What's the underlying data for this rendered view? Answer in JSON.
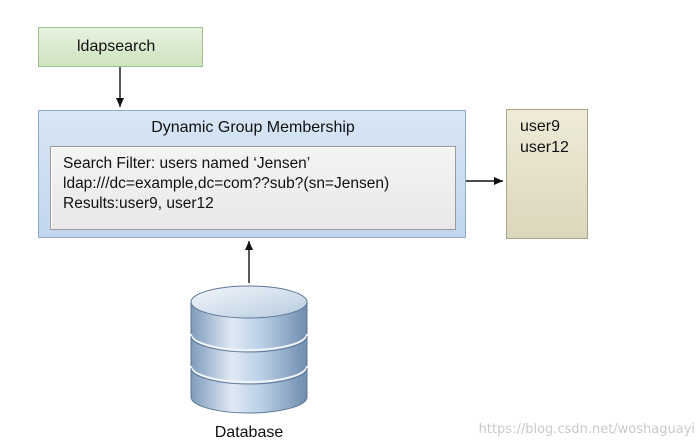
{
  "source_node": {
    "label": "ldapsearch"
  },
  "group_node": {
    "title": "Dynamic Group Membership",
    "lines": [
      "Search Filter: users named ‘Jensen’",
      "ldap:///dc=example,dc=com??sub?(sn=Jensen)",
      "Results:user9, user12"
    ]
  },
  "results_node": {
    "lines": [
      "user9",
      "user12"
    ]
  },
  "database_node": {
    "label": "Database"
  },
  "watermark": "https://blog.csdn.net/woshaguayi",
  "colors": {
    "source_fill": "#d9ebcf",
    "group_fill": "#c8dbf0",
    "panel_fill": "#eeeeee",
    "results_fill": "#e4e0c8",
    "db_fill": "#a8c2dc"
  }
}
